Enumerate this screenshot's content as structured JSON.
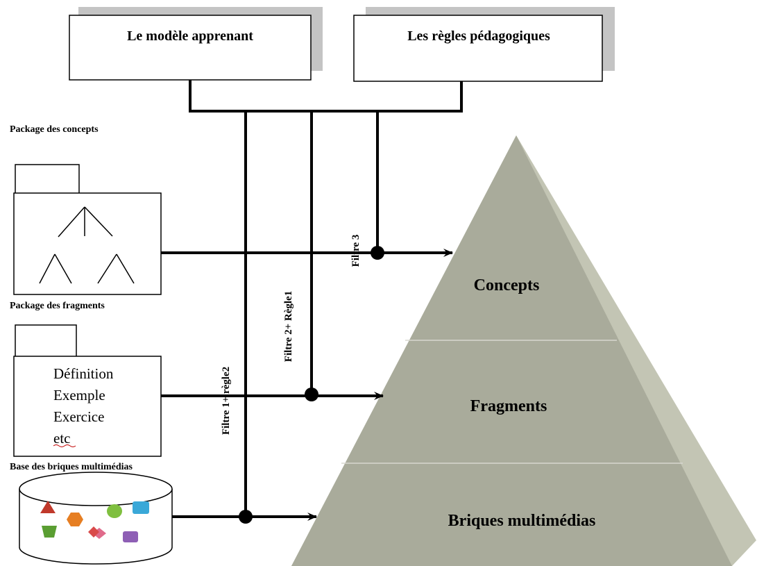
{
  "top_boxes": {
    "learner_model": "Le modèle apprenant",
    "pedagogical_rules": "Les règles pédagogiques"
  },
  "packages": {
    "concepts_label": "Package des concepts",
    "fragments_label": "Package des fragments",
    "fragment_items": [
      "Définition",
      "Exemple",
      "Exercice",
      "etc"
    ],
    "bricks_label": "Base des briques multimédias"
  },
  "filters": {
    "filter1": "Filtre 1+ règle2",
    "filter2": "Filtre 2+ Règle1",
    "filter3": "Filtre 3"
  },
  "pyramid": {
    "concepts": "Concepts",
    "fragments": "Fragments",
    "bricks": "Briques multimédias"
  },
  "colors": {
    "pyramid_front": "#a9ab9b",
    "pyramid_side": "#c3c5b4",
    "shadow": "#c4c4c4",
    "line": "#000000"
  }
}
